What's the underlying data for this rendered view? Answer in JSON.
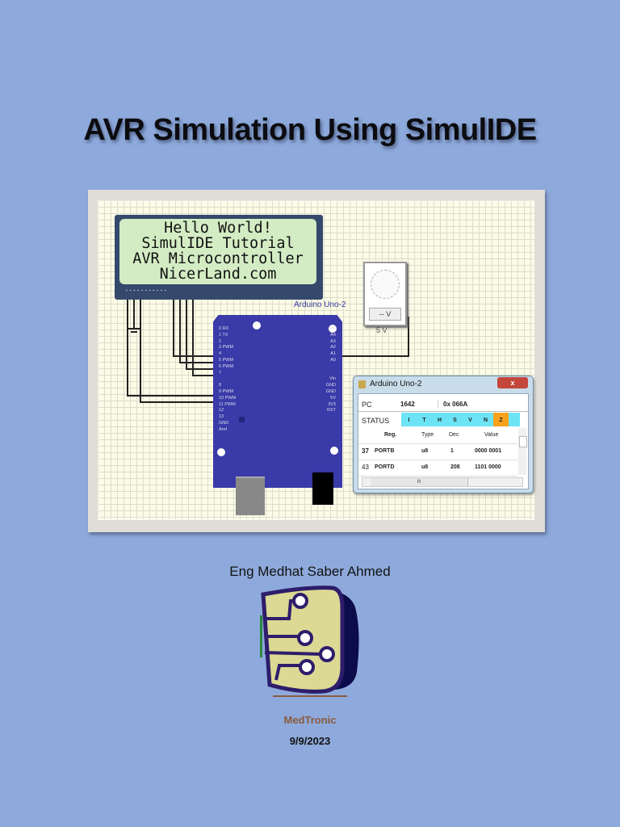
{
  "cover": {
    "title": "AVR Simulation Using SimulIDE",
    "author": "Eng Medhat Saber Ahmed",
    "brand": "MedTronic",
    "date": "9/9/2023"
  },
  "screenshot": {
    "lcd": {
      "lines": [
        "Hello World!",
        "SimulIDE Tutorial",
        "AVR Microcontroller",
        "NicerLand.com"
      ]
    },
    "board_label": "Arduino Uno-2",
    "arduino_pins_left": "0 RX\n1 TX\n2\n3 PWM\n4\n5 PWM\n6 PWM\n7\n\n8\n9 PWM\n10 PWM\n11 PWM\n12\n13\nGND\nAref",
    "arduino_pins_right": "A5\nA4\nA3\nA2\nA1\nA0\n\n\nVin\nGND\nGND\n5V\n3V3\nRST",
    "voltage_source": {
      "display": "-- V",
      "label": "5 V"
    },
    "debug_window": {
      "title": "Arduino Uno-2",
      "close": "x",
      "pc_label": "PC",
      "pc_dec": "1642",
      "pc_hex": "0x 066A",
      "status_label": "STATUS",
      "flags": [
        "I",
        "T",
        "H",
        "S",
        "V",
        "N",
        "Z"
      ],
      "active_flag_color": "#f7a21a",
      "flag_color": "#6de4f6",
      "columns": [
        "Reg.",
        "Type",
        "Dec",
        "Value"
      ],
      "rows": [
        {
          "addr": "37",
          "reg": "PORTB",
          "type": "u8",
          "dec": "1",
          "value": "0000 0001"
        },
        {
          "addr": "43",
          "reg": "PORTD",
          "type": "u8",
          "dec": "208",
          "value": "1101 0000"
        }
      ],
      "hscroll_thumb": "III"
    }
  }
}
